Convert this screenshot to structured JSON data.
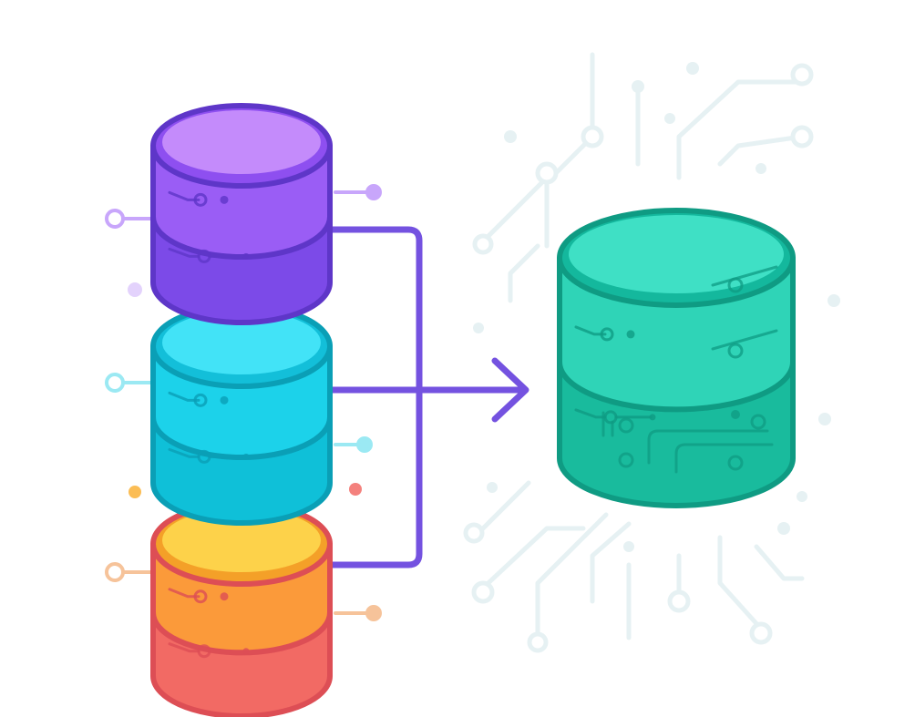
{
  "diagram": {
    "kind": "data-consolidation illustration",
    "sources": [
      {
        "id": "purple",
        "top_color": "#c48bfb",
        "top_ring": "#8e4ff0",
        "body_upper": "#9a5df5",
        "body_lower": "#7c4ae8",
        "rim": "#5e36c8",
        "accent": "#c8a6fb"
      },
      {
        "id": "cyan",
        "top_color": "#42e3f7",
        "top_ring": "#13bfd9",
        "body_upper": "#1cd2ea",
        "body_lower": "#0fc0d8",
        "rim": "#0a9fb6",
        "accent": "#9be9f3"
      },
      {
        "id": "orange-red",
        "top_color": "#fdd24a",
        "top_ring": "#f4a028",
        "body_upper": "#fb9a3a",
        "body_lower": "#f26a64",
        "rim": "#dd4e55",
        "accent": "#f6c39a"
      }
    ],
    "target": {
      "id": "teal",
      "top_color": "#3fe0c5",
      "top_ring": "#14b89d",
      "body_upper": "#2fd4b7",
      "body_lower": "#19bb9d",
      "rim": "#0f9b83"
    },
    "connector_color": "#7452e0",
    "circuit_color": "#e6f1f3"
  }
}
